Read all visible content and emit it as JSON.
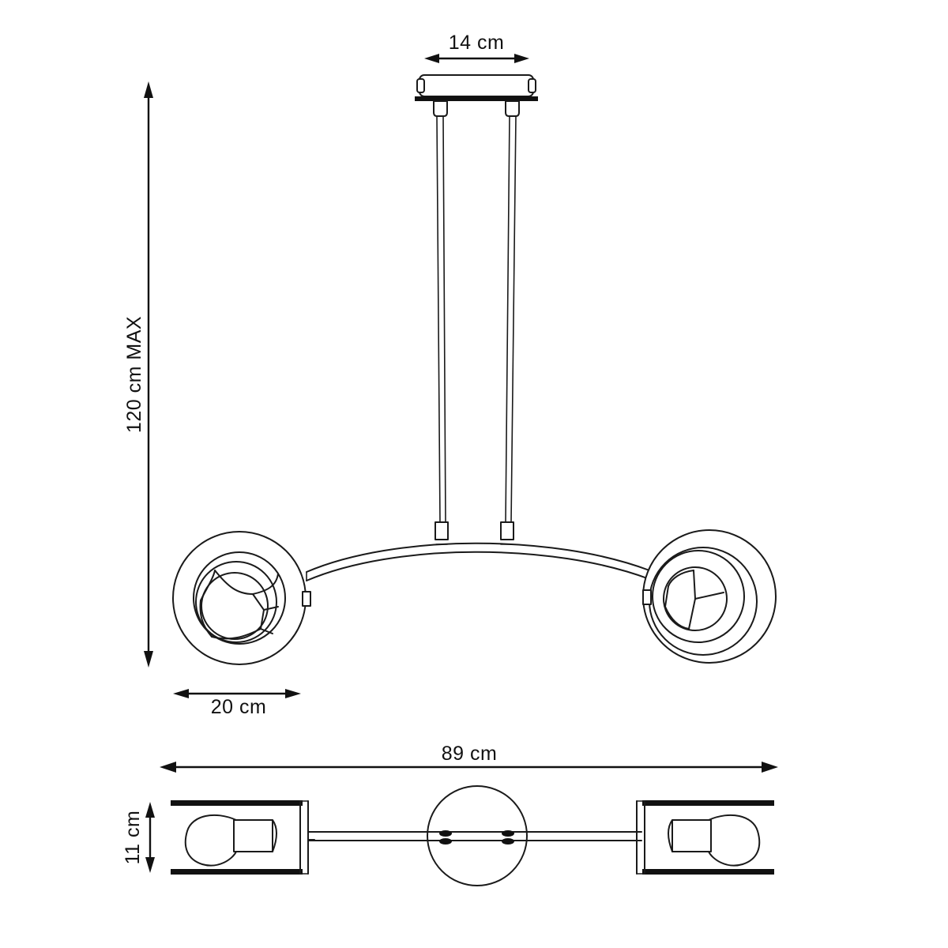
{
  "drawing": {
    "title": "Pendant lamp technical dimension drawing",
    "line_color": "#1a1a1a",
    "background_color": "#ffffff",
    "views": [
      {
        "name": "front-elevation",
        "label": ""
      },
      {
        "name": "bottom-plan",
        "label": ""
      }
    ]
  },
  "dimensions": {
    "canopy_width": {
      "label": "14 cm",
      "value": 14,
      "unit": "cm",
      "orientation": "horizontal",
      "measures": "ceiling canopy width"
    },
    "max_height": {
      "label": "120 cm MAX",
      "value": 120,
      "unit": "cm",
      "orientation": "vertical",
      "measures": "maximum suspension height"
    },
    "shade_diameter": {
      "label": "20 cm",
      "value": 20,
      "unit": "cm",
      "orientation": "horizontal",
      "measures": "lamp shade diameter"
    },
    "total_width": {
      "label": "89 cm",
      "value": 89,
      "unit": "cm",
      "orientation": "horizontal",
      "measures": "overall fixture width"
    },
    "shade_depth": {
      "label": "11 cm",
      "value": 11,
      "unit": "cm",
      "orientation": "vertical",
      "measures": "shade depth in plan view"
    }
  },
  "parts": {
    "canopy": "ceiling-canopy",
    "left_cable": "suspension-cable-left",
    "right_cable": "suspension-cable-right",
    "arm": "curved-arm",
    "left_shade": "left-ring-shade",
    "right_shade": "right-ring-shade",
    "left_bulb": "left-bulb",
    "right_bulb": "right-bulb",
    "center_hub": "center-hub"
  }
}
